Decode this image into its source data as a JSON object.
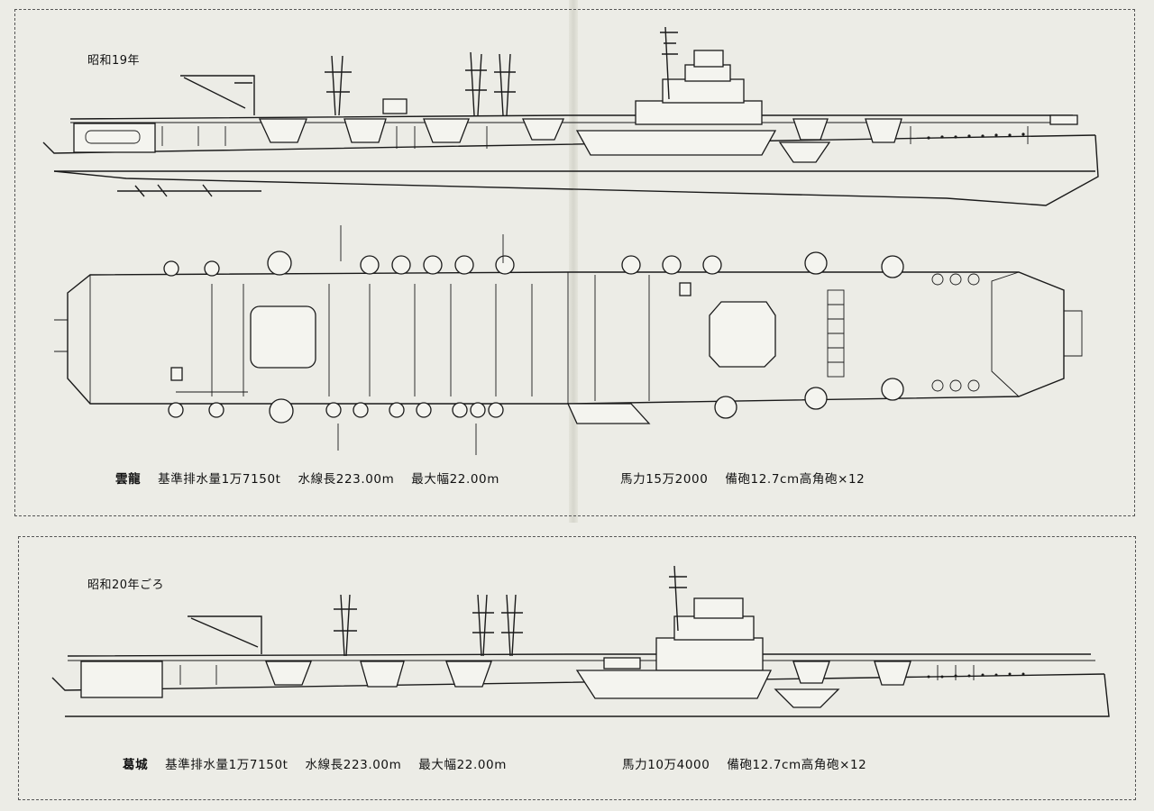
{
  "top_section": {
    "era_label": "昭和19年",
    "ship_name": "雲龍",
    "displacement": "基準排水量1万7150t",
    "waterline_length": "水線長223.00m",
    "max_beam": "最大幅22.00m",
    "horsepower": "馬力15万2000",
    "armament": "備砲12.7cm高角砲×12"
  },
  "bottom_section": {
    "era_label": "昭和20年ごろ",
    "ship_name": "葛城",
    "displacement": "基準排水量1万7150t",
    "waterline_length": "水線長223.00m",
    "max_beam": "最大幅22.00m",
    "horsepower": "馬力10万4000",
    "armament": "備砲12.7cm高角砲×12"
  },
  "drawings": [
    {
      "id": "unryu-profile",
      "view": "side",
      "ship": "雲龍"
    },
    {
      "id": "unryu-plan",
      "view": "top",
      "ship": "雲龍"
    },
    {
      "id": "katsuragi-profile",
      "view": "side",
      "ship": "葛城"
    }
  ]
}
